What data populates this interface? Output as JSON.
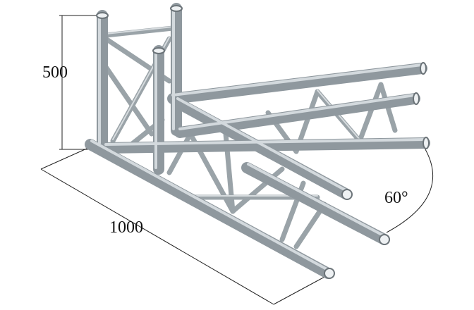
{
  "dimensions": {
    "height_label": "500",
    "length_label": "1000",
    "angle_label": "60°"
  },
  "colors": {
    "tube": "#8f989e",
    "highlight": "#d3d9dd",
    "dimension_line": "#222222"
  }
}
